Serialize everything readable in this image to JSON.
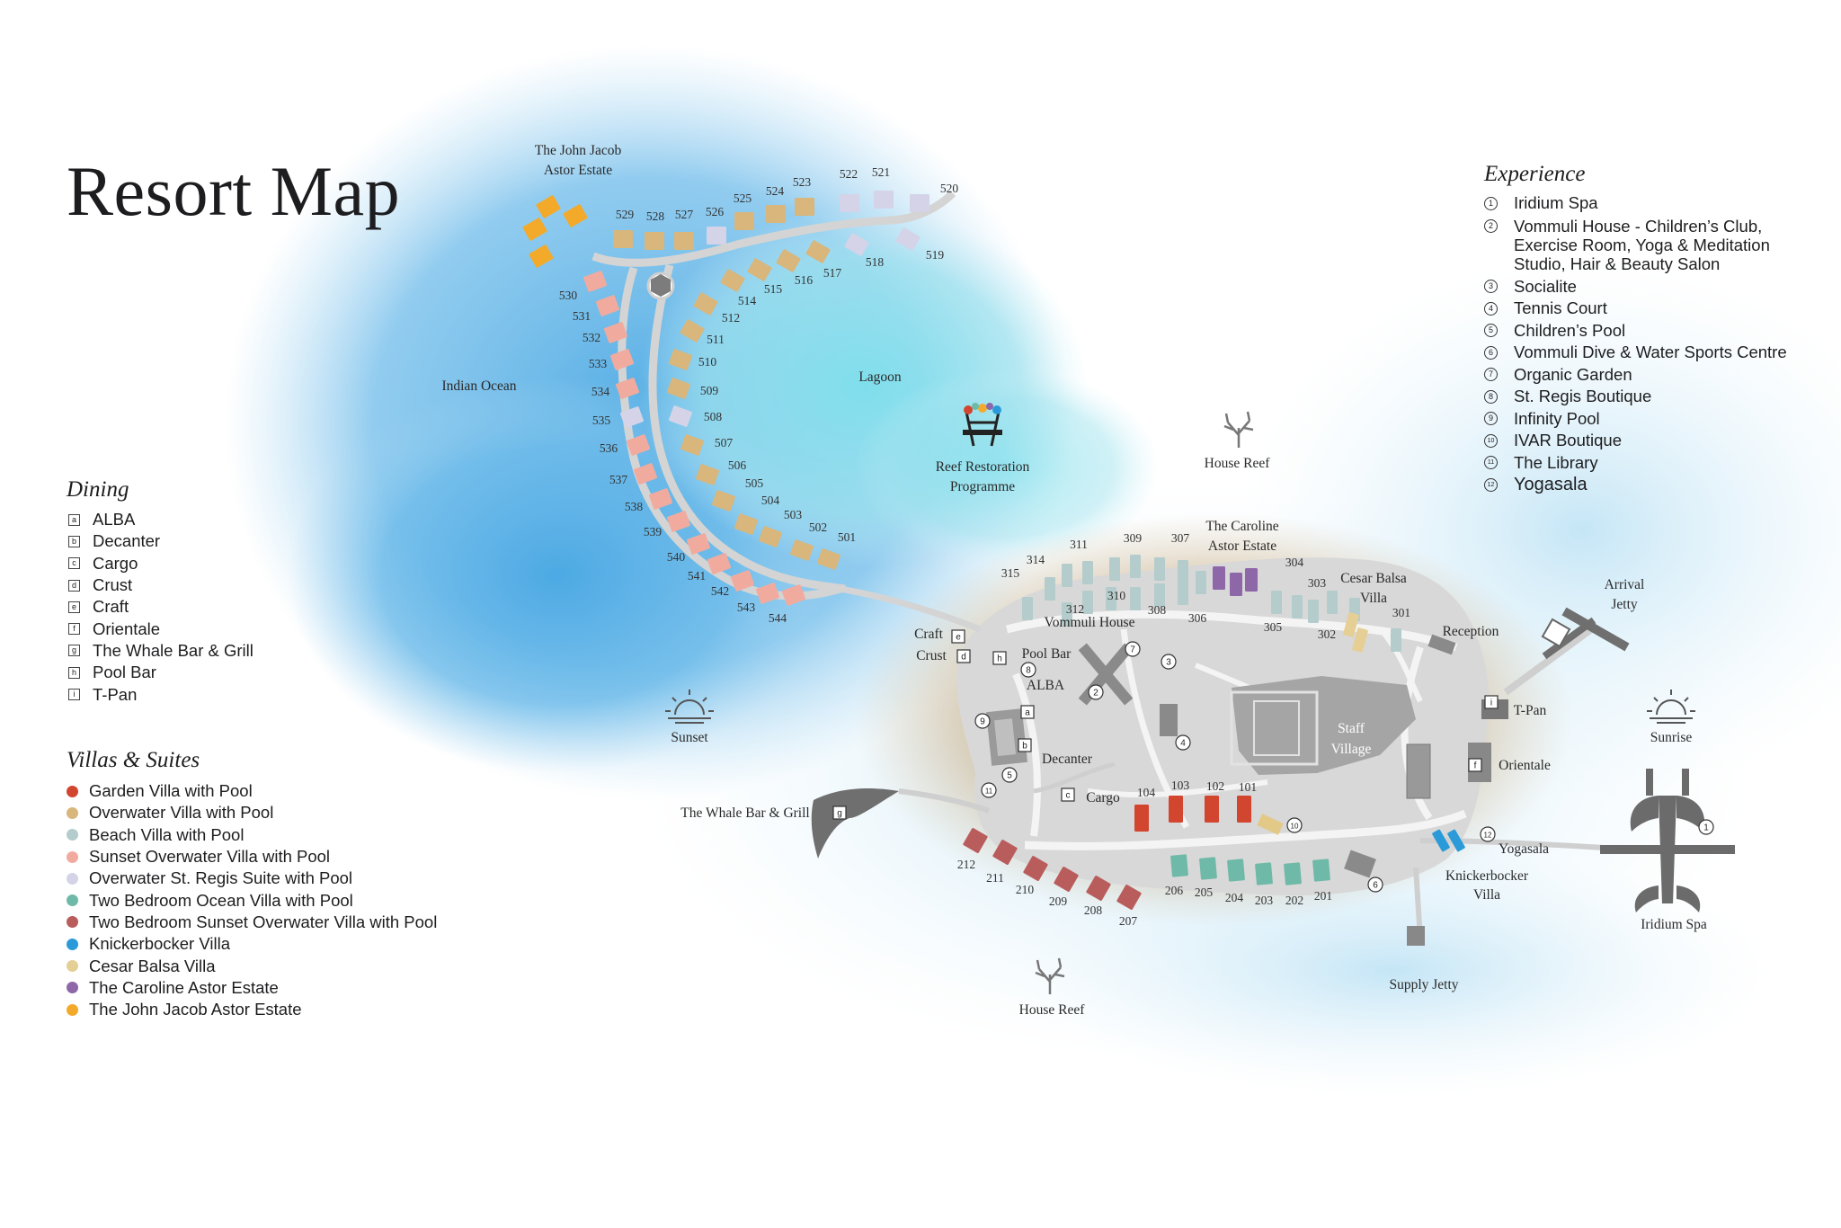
{
  "title": "Resort Map",
  "colors": {
    "garden": "#d2452f",
    "overwater": "#d8b67c",
    "beach": "#b4cccb",
    "sunset": "#f1ab9e",
    "stregis": "#d4d3e8",
    "two_bed_ocean": "#6fb9a8",
    "two_bed_sunset": "#b95c5c",
    "knickerbocker": "#2a9bd8",
    "cesar": "#e5cf95",
    "caroline": "#8d67a8",
    "johnjacob": "#f3aa2a",
    "land": "#d9d9d9",
    "path": "#f2f2f2",
    "building": "#8c8c8c",
    "lagoon": "#84d8e6",
    "ocean": "#5db2e6"
  },
  "dining": {
    "heading": "Dining",
    "items": [
      {
        "key": "a",
        "label": "ALBA"
      },
      {
        "key": "b",
        "label": "Decanter"
      },
      {
        "key": "c",
        "label": "Cargo"
      },
      {
        "key": "d",
        "label": "Crust"
      },
      {
        "key": "e",
        "label": "Craft"
      },
      {
        "key": "f",
        "label": "Orientale"
      },
      {
        "key": "g",
        "label": "The Whale Bar & Grill"
      },
      {
        "key": "h",
        "label": "Pool Bar"
      },
      {
        "key": "i",
        "label": "T-Pan"
      }
    ]
  },
  "villas": {
    "heading": "Villas & Suites",
    "items": [
      {
        "label": "Garden Villa with Pool",
        "color": "#d2452f"
      },
      {
        "label": "Overwater Villa with Pool",
        "color": "#d8b67c"
      },
      {
        "label": "Beach Villa with Pool",
        "color": "#b4cccb"
      },
      {
        "label": "Sunset Overwater Villa with Pool",
        "color": "#f1ab9e"
      },
      {
        "label": "Overwater St. Regis Suite with Pool",
        "color": "#d4d3e8"
      },
      {
        "label": "Two Bedroom Ocean Villa with Pool",
        "color": "#6fb9a8"
      },
      {
        "label": "Two Bedroom Sunset Overwater Villa with Pool",
        "color": "#b95c5c"
      },
      {
        "label": "Knickerbocker Villa",
        "color": "#2a9bd8"
      },
      {
        "label": "Cesar Balsa Villa",
        "color": "#e5cf95"
      },
      {
        "label": "The Caroline Astor Estate",
        "color": "#8d67a8"
      },
      {
        "label": "The John Jacob Astor Estate",
        "color": "#f3aa2a"
      }
    ]
  },
  "experience": {
    "heading": "Experience",
    "items": [
      {
        "num": "1",
        "label": "Iridium Spa"
      },
      {
        "num": "2",
        "label": "Vommuli House - Children’s Club, Exercise Room, Yoga & Meditation Studio, Hair & Beauty Salon"
      },
      {
        "num": "3",
        "label": "Socialite"
      },
      {
        "num": "4",
        "label": "Tennis Court"
      },
      {
        "num": "5",
        "label": "Children’s Pool"
      },
      {
        "num": "6",
        "label": "Vommuli Dive & Water Sports Centre"
      },
      {
        "num": "7",
        "label": "Organic Garden"
      },
      {
        "num": "8",
        "label": "St. Regis Boutique"
      },
      {
        "num": "9",
        "label": "Infinity Pool"
      },
      {
        "num": "10",
        "label": "IVAR Boutique"
      },
      {
        "num": "11",
        "label": "The Library"
      },
      {
        "num": "12",
        "label": "Yogasala"
      }
    ]
  },
  "map_labels": {
    "john_jacob_1": "The John Jacob",
    "john_jacob_2": "Astor Estate",
    "indian_ocean": "Indian Ocean",
    "lagoon": "Lagoon",
    "reef_1": "Reef Restoration",
    "reef_2": "Programme",
    "house_reef": "House Reef",
    "house_reef_2": "House Reef",
    "caroline_1": "The Caroline",
    "caroline_2": "Astor Estate",
    "cesar_1": "Cesar Balsa",
    "cesar_2": "Villa",
    "reception": "Reception",
    "arrival_1": "Arrival",
    "arrival_2": "Jetty",
    "tpan": "T-Pan",
    "sunrise": "Sunrise",
    "sunset": "Sunset",
    "orientale": "Orientale",
    "yogasala": "Yogasala",
    "knicker_1": "Knickerbocker",
    "knicker_2": "Villa",
    "iridium": "Iridium Spa",
    "supply": "Supply Jetty",
    "whale": "The Whale Bar & Grill",
    "craft": "Craft",
    "crust": "Crust",
    "poolbar": "Pool Bar",
    "alba": "ALBA",
    "vommuli": "Vommuli House",
    "decanter": "Decanter",
    "cargo": "Cargo",
    "staff_1": "Staff",
    "staff_2": "Village"
  },
  "villa_numbers": {
    "north_outer": [
      "529",
      "528",
      "527",
      "526",
      "525",
      "524",
      "523",
      "522",
      "521",
      "520"
    ],
    "north_inner": [
      "518",
      "519",
      "517",
      "516",
      "515",
      "514",
      "512",
      "511"
    ],
    "west_outer": [
      "530",
      "531",
      "532",
      "533",
      "534",
      "535",
      "536",
      "537",
      "538",
      "539",
      "540",
      "541",
      "542",
      "543",
      "544"
    ],
    "west_inner": [
      "510",
      "509",
      "508",
      "507",
      "506",
      "505",
      "504",
      "503",
      "502",
      "501"
    ],
    "beach_north": [
      "315",
      "314",
      "311",
      "309",
      "307",
      "304",
      "303",
      "301",
      "312",
      "310",
      "308",
      "306",
      "305",
      "302"
    ],
    "garden": [
      "104",
      "103",
      "102",
      "101"
    ],
    "south_sunset": [
      "212",
      "211",
      "210",
      "209",
      "208",
      "207"
    ],
    "south_ocean": [
      "206",
      "205",
      "204",
      "203",
      "202",
      "201"
    ]
  }
}
